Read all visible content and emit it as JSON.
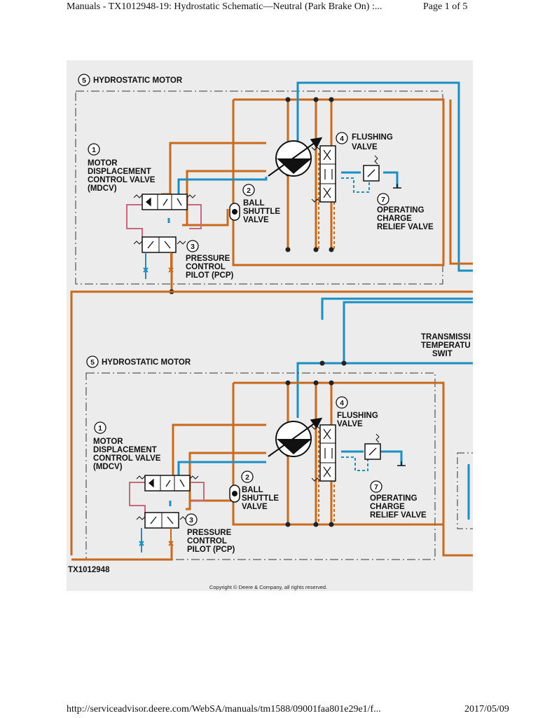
{
  "header": {
    "title": "Manuals - TX1012948-19: Hydrostatic Schematic—Neutral (Park Brake On) :...",
    "page": "Page 1 of 5"
  },
  "footer": {
    "url": "http://serviceadvisor.deere.com/WebSA/manuals/tm1588/09001faa801e29e1/f...",
    "date": "2017/05/09"
  },
  "diagram": {
    "figure_id": "TX1012948",
    "copyright": "Copyright © Deere & Company, all rights reserved.",
    "switch_label": {
      "line1": "TRANSMISSI",
      "line2": "TEMPERATU",
      "line3": "SWIT"
    },
    "motors": [
      {
        "title": "HYDROSTATIC MOTOR",
        "title_num": "5",
        "mdcv": {
          "num": "1",
          "line1": "MOTOR",
          "line2": "DISPLACEMENT",
          "line3": "CONTROL VALVE",
          "line4": "(MDCV)"
        },
        "ball": {
          "num": "2",
          "line1": "BALL",
          "line2": "SHUTTLE",
          "line3": "VALVE"
        },
        "pcp": {
          "num": "3",
          "line1": "PRESSURE",
          "line2": "CONTROL",
          "line3": "PILOT  (PCP)"
        },
        "flush": {
          "num": "4",
          "line1": "FLUSHING",
          "line2": "VALVE"
        },
        "relief": {
          "num": "7",
          "line1": "OPERATING",
          "line2": "CHARGE",
          "line3": "RELIEF VALVE"
        }
      },
      {
        "title": "HYDROSTATIC MOTOR",
        "title_num": "5",
        "mdcv": {
          "num": "1",
          "line1": "MOTOR",
          "line2": "DISPLACEMENT",
          "line3": "CONTROL VALVE",
          "line4": "(MDCV)"
        },
        "ball": {
          "num": "2",
          "line1": "BALL",
          "line2": "SHUTTLE",
          "line3": "VALVE"
        },
        "pcp": {
          "num": "3",
          "line1": "PRESSURE",
          "line2": "CONTROL",
          "line3": "PILOT  (PCP)"
        },
        "flush": {
          "num": "4",
          "line1": "FLUSHING",
          "line2": "VALVE"
        },
        "relief": {
          "num": "7",
          "line1": "OPERATING",
          "line2": "CHARGE",
          "line3": "RELIEF VALVE"
        }
      }
    ],
    "colors": {
      "pressure_line": "#c8691c",
      "charge_line": "#1b8ec2",
      "pilot_line": "#c56a7c",
      "outline": "#222222",
      "diagram_bg": "#ececec"
    }
  }
}
